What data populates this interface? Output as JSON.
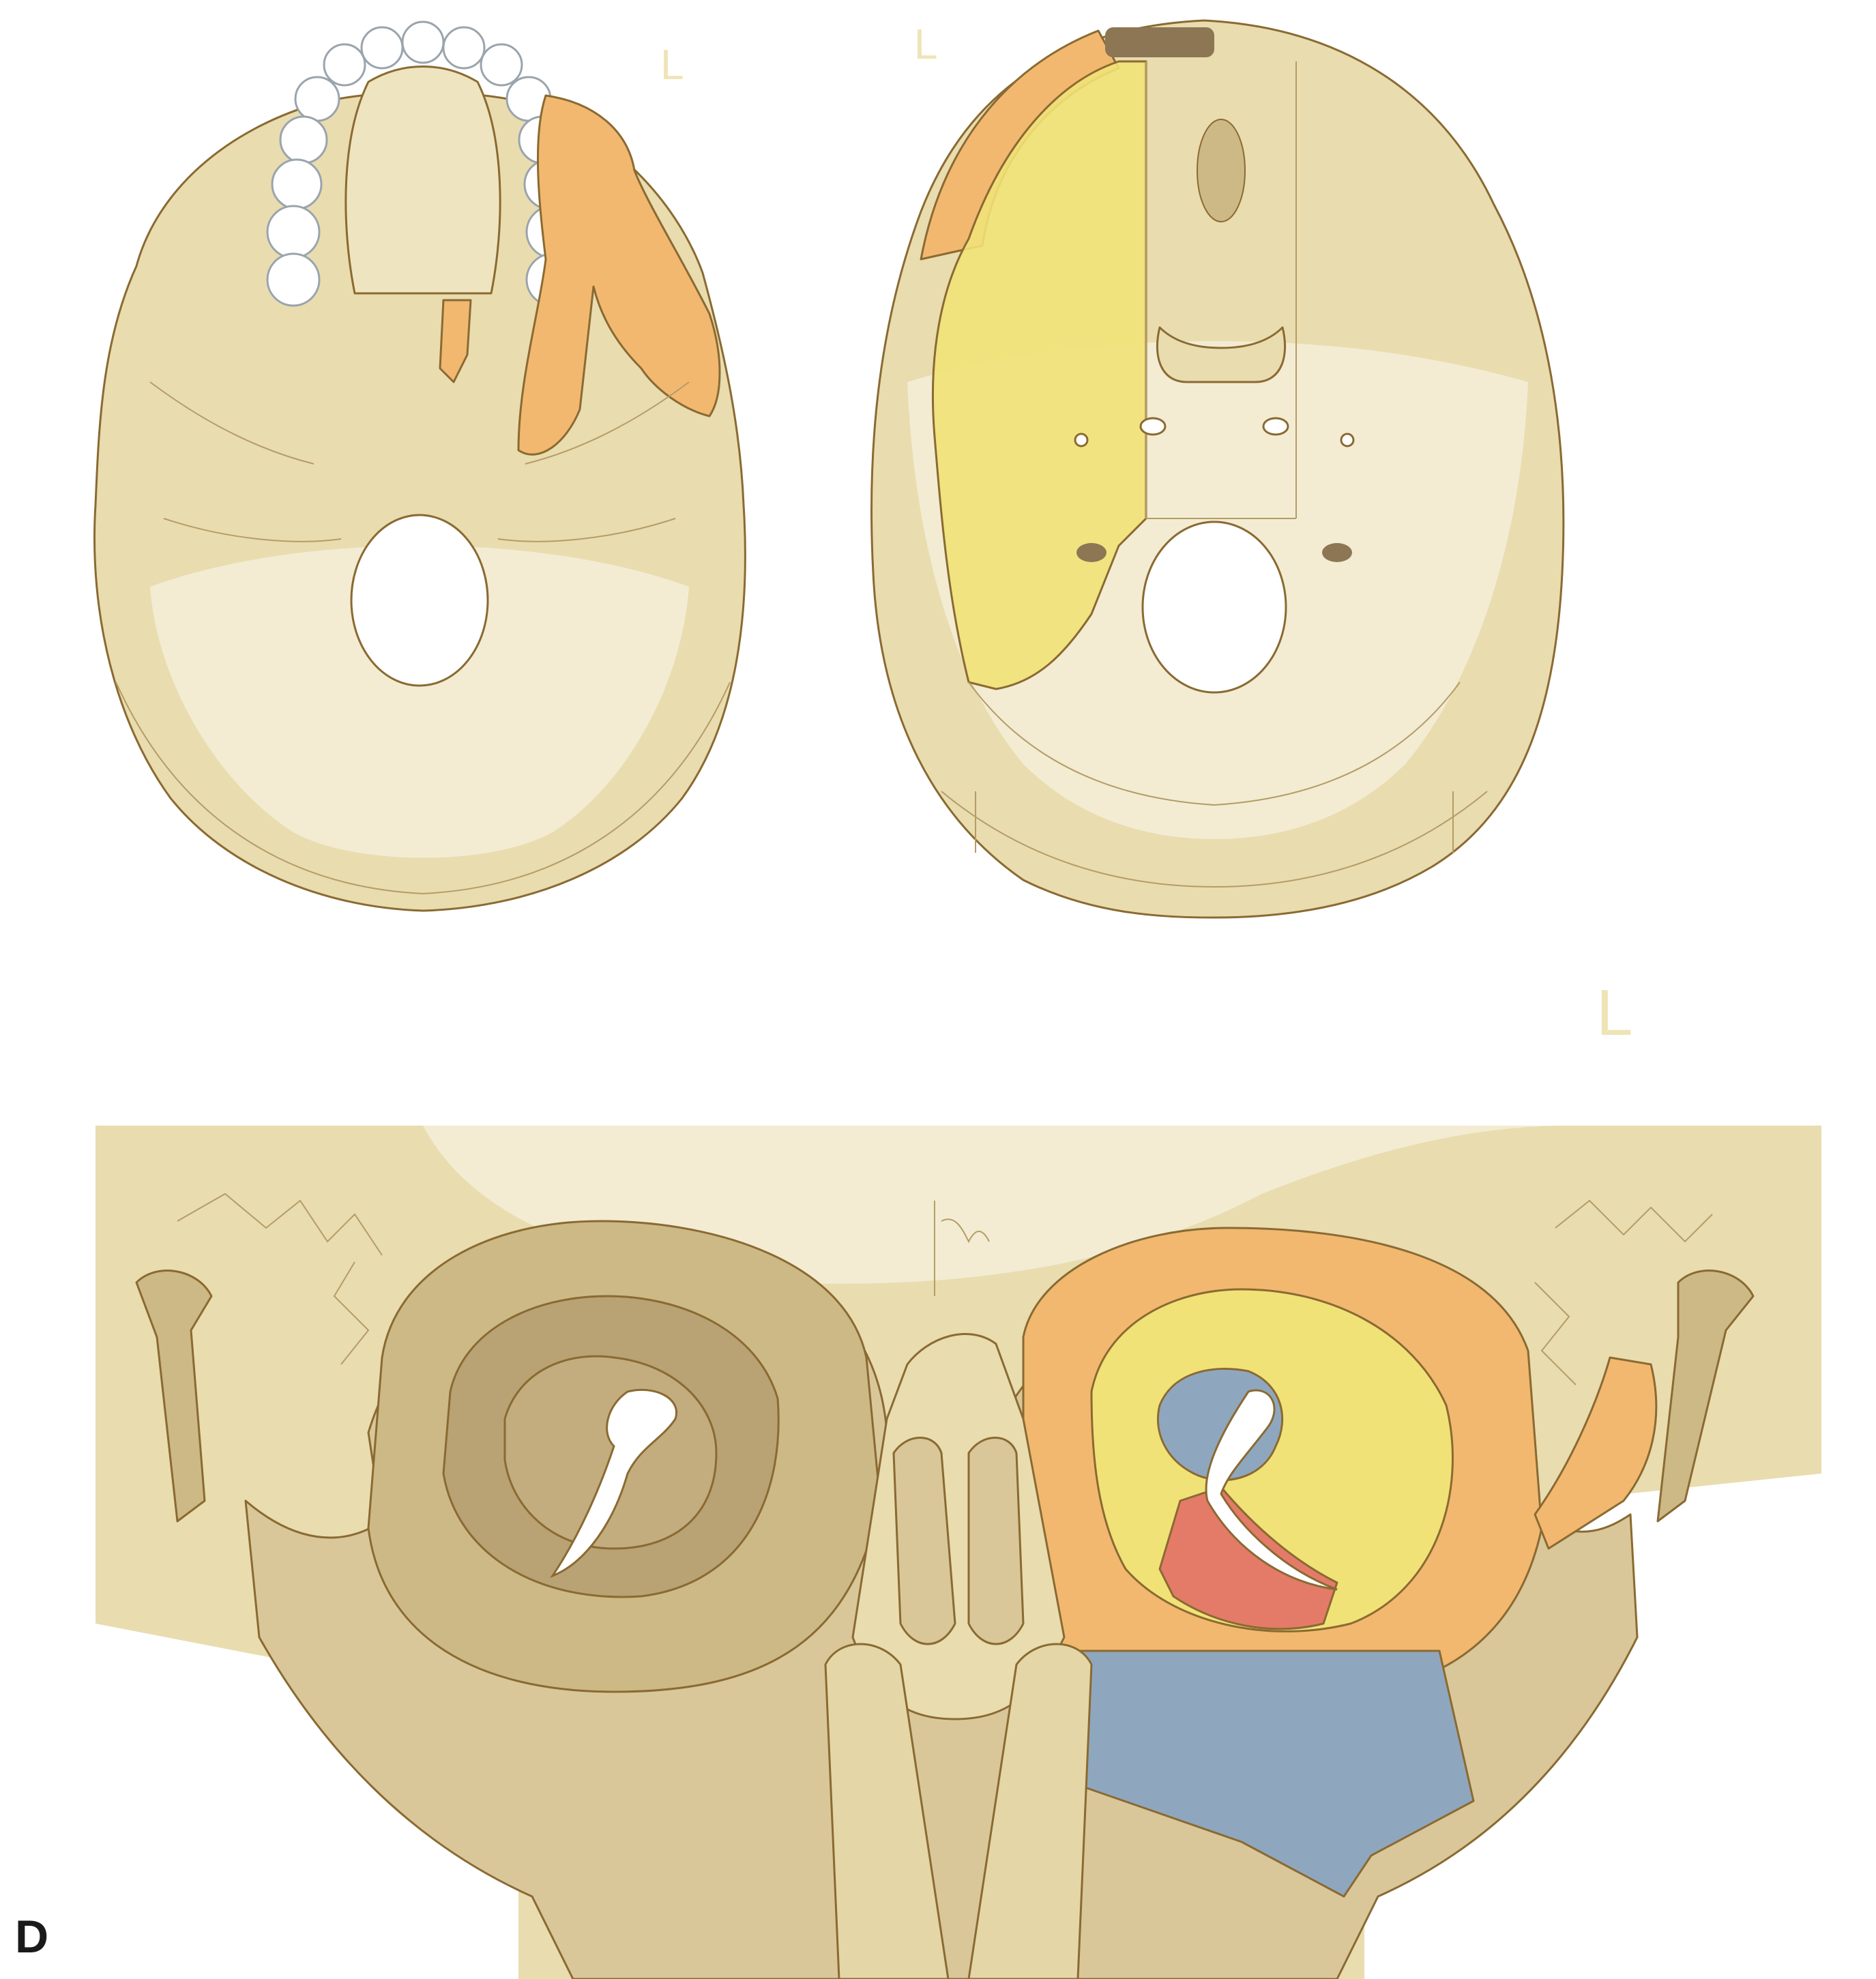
{
  "figure": {
    "panel_letter": "D",
    "orientation_markers": [
      "L",
      "L",
      "L"
    ],
    "colors": {
      "bone": "#e9dcaf",
      "bone_light": "#f3ecd3",
      "bone_dark": "#cdb985",
      "outline": "#8a6a32",
      "highlight_orange": "#f2b870",
      "highlight_yellow": "#f1e277",
      "highlight_blue": "#8fa7be",
      "highlight_red": "#e47b68",
      "highlight_brown": "#8c7654"
    },
    "views": [
      {
        "name": "skull-base-inferior-view"
      },
      {
        "name": "skull-base-superior-view"
      },
      {
        "name": "orbits-anterior-view"
      }
    ]
  }
}
